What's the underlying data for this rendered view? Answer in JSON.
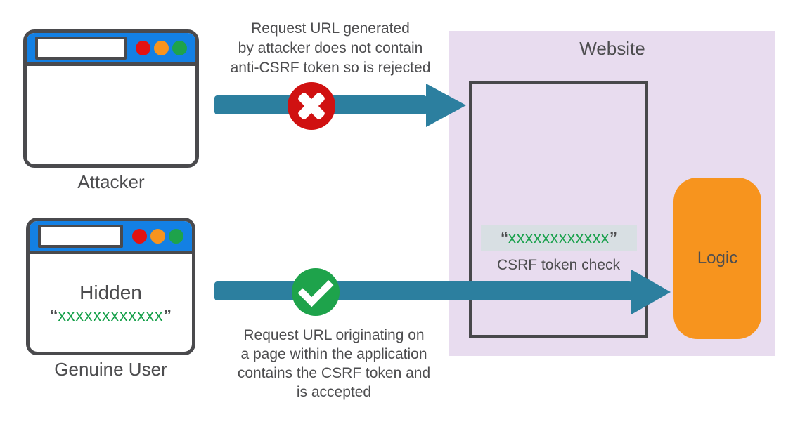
{
  "attacker": {
    "label": "Attacker"
  },
  "genuine_user": {
    "label": "Genuine User",
    "hidden_text": "Hidden",
    "token": {
      "open": "“",
      "x": "xxxxxxxxxxxx",
      "close": "”"
    }
  },
  "website": {
    "title": "Website",
    "csrf_check_label": "CSRF token check",
    "token": {
      "open": "“",
      "x": "xxxxxxxxxxxx",
      "close": "”"
    },
    "logic_label": "Logic"
  },
  "annotations": {
    "rejected_lines": [
      "Request URL generated",
      "by attacker does not contain",
      "anti-CSRF token so is rejected"
    ],
    "accepted_lines": [
      "Request URL originating on",
      "a page within the application",
      "contains the CSRF token and",
      "is accepted"
    ]
  },
  "icons": {
    "reject": "x-circle-icon",
    "accept": "check-circle-icon"
  },
  "colors": {
    "arrow_teal": "#2C7F9F",
    "reject_red": "#D01111",
    "accept_green": "#1EA34B",
    "website_panel_bg": "#E8DCEF",
    "logic_orange": "#F7941E",
    "browser_titlebar_blue": "#1380E4",
    "token_green": "#16A04A",
    "token_chip_bg": "#D8DFE3",
    "outline_gray": "#4A4A4D",
    "text_gray": "#4D4D4F"
  }
}
